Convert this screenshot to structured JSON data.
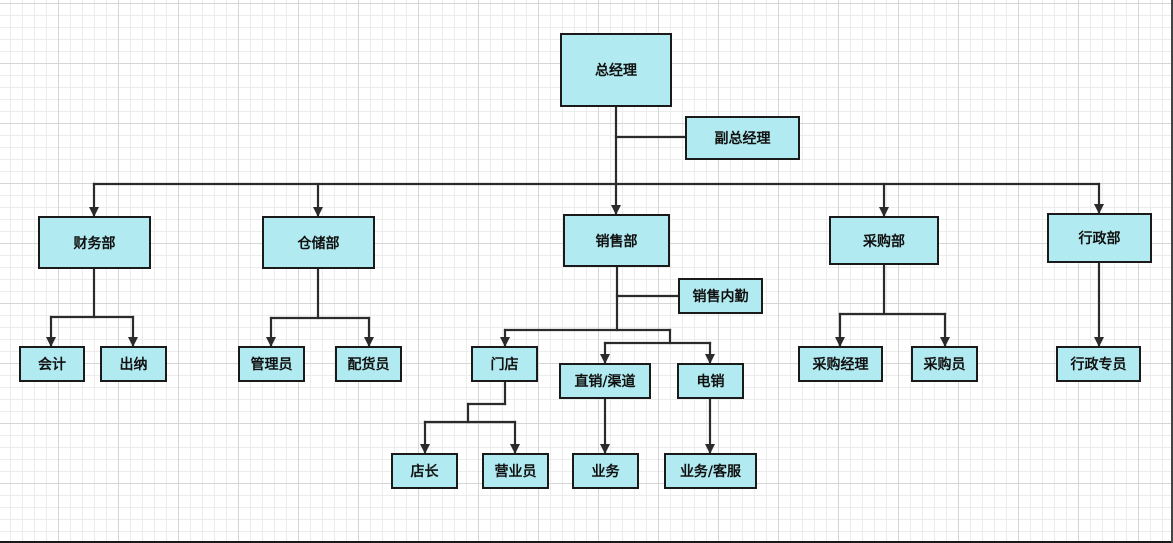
{
  "diagram": {
    "type": "org-chart",
    "colors": {
      "node_fill": "#b1ebf1",
      "node_border": "#1a1a1a",
      "connector": "#2b2b2b",
      "background": "#ffffff",
      "grid": "#d6d6d6"
    },
    "nodes": {
      "ceo": "总经理",
      "deputy": "副总经理",
      "finance": "财务部",
      "warehouse": "仓储部",
      "sales": "销售部",
      "purchase": "采购部",
      "admin": "行政部",
      "sales_support": "销售内勤",
      "accountant": "会计",
      "cashier": "出纳",
      "keeper": "管理员",
      "distributor": "配货员",
      "store": "门店",
      "direct": "直销/渠道",
      "esales": "电销",
      "store_manager": "店长",
      "shop_clerk": "营业员",
      "business": "业务",
      "service": "业务/客服",
      "purchase_manager": "采购经理",
      "buyer": "采购员",
      "admin_staff": "行政专员"
    }
  }
}
